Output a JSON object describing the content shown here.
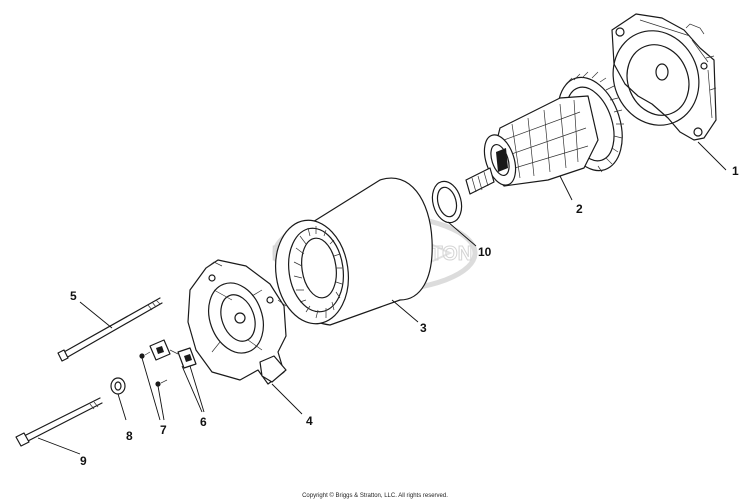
{
  "watermark": {
    "text": "BRIGGS&STRATTON"
  },
  "copyright": "Copyright © Briggs & Stratton, LLC. All rights reserved.",
  "parts": [
    {
      "id": "1",
      "part": "rear-housing"
    },
    {
      "id": "2",
      "part": "rotor"
    },
    {
      "id": "3",
      "part": "stator"
    },
    {
      "id": "4",
      "part": "front-housing"
    },
    {
      "id": "5",
      "part": "long-bolt"
    },
    {
      "id": "6",
      "part": "brush-holder"
    },
    {
      "id": "7",
      "part": "screw"
    },
    {
      "id": "8",
      "part": "washer"
    },
    {
      "id": "9",
      "part": "through-bolt"
    },
    {
      "id": "10",
      "part": "spacer-ring"
    }
  ]
}
